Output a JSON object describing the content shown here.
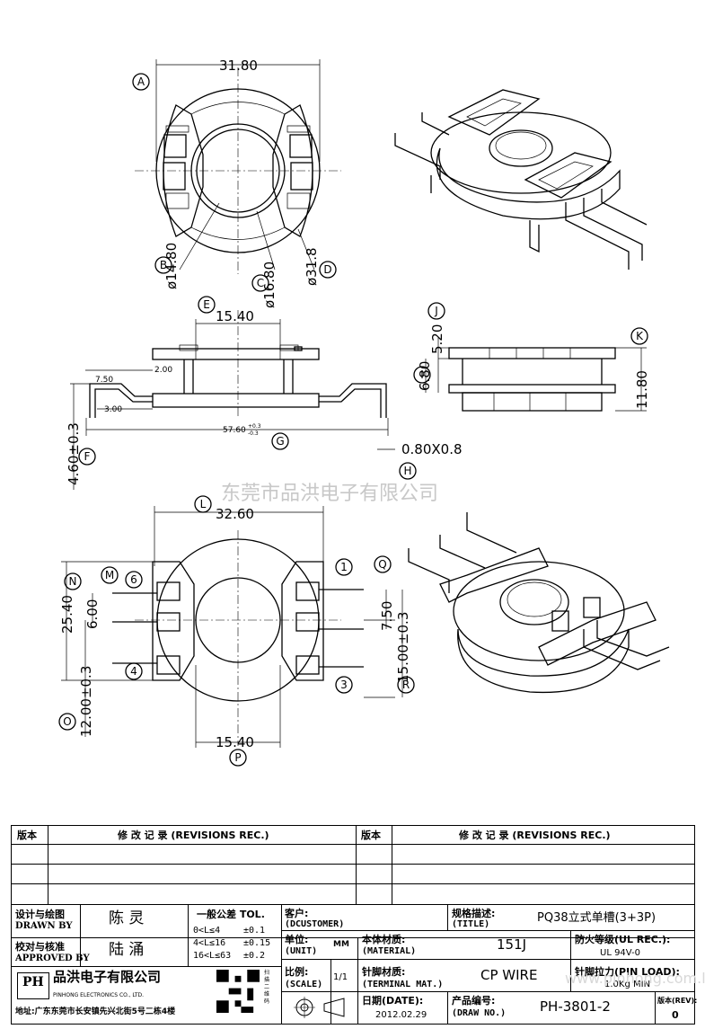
{
  "watermark": "东莞市品洪电子有限公司",
  "dimensions": {
    "top_width": "31.80",
    "b": "ø14.80",
    "c": "ø16.80",
    "d": "ø31.8",
    "e": "15.40",
    "j": "5.20",
    "i": "6.80",
    "k": "11.80",
    "pitch1": "7.50",
    "pitch2": "2.00",
    "pitch3": "3.00",
    "f": "4.60±0.3",
    "g": "57.60",
    "g_tol_upper": "+0.3",
    "g_tol_lower": "-0.3",
    "h": "0.80X0.8",
    "l": "32.60",
    "n": "25.40",
    "m": "6.00",
    "o": "12.00±0.3",
    "q": "7.50",
    "r": "15.00±0.3",
    "p": "15.40"
  },
  "callouts": {
    "a": "A",
    "b": "B",
    "c": "C",
    "d": "D",
    "e": "E",
    "f": "F",
    "g": "G",
    "h": "H",
    "i": "I",
    "j": "J",
    "k": "K",
    "l": "L",
    "m": "M",
    "n": "N",
    "o": "O",
    "p": "P",
    "q": "Q",
    "r": "R",
    "pin1": "1",
    "pin3": "3",
    "pin4": "4",
    "pin6": "6"
  },
  "title_block": {
    "rev_header": "版本",
    "rev_record_header": "修 改 记 录 (REVISIONS REC.)",
    "rev_header_2": "版本",
    "rev_record_header_2": "修 改 记 录 (REVISIONS REC.)",
    "drawn_by_label_cn": "设计与绘图",
    "drawn_by_label_en": "DRAWN BY",
    "drawn_by": "陈 灵",
    "approved_label_cn": "校对与核准",
    "approved_label_en": "APPROVED BY",
    "approved_by": "陆 涌",
    "tolerance_label": "一般公差 TOL.",
    "tol_row1_range": "0<L≤4",
    "tol_row1_val": "±0.1",
    "tol_row2_range": "4<L≤16",
    "tol_row2_val": "±0.15",
    "tol_row3_range": "16<L≤63",
    "tol_row3_val": "±0.2",
    "customer_label_cn": "客户:",
    "customer_label_en": "(DCUSTOMER)",
    "customer": "",
    "title_label_cn": "规格描述:",
    "title_label_en": "(TITLE)",
    "title": "PQ38立式单槽(3+3P)",
    "unit_label_cn": "单位:",
    "unit_label_en": "(UNIT)",
    "unit": "MM",
    "material_label_cn": "本体材质:",
    "material_label_en": "(MATERIAL)",
    "material": "151J",
    "ul_label": "防火等级(UL REC.):",
    "ul": "UL 94V-0",
    "scale_label_cn": "比例:",
    "scale_label_en": "(SCALE)",
    "scale": "1/1",
    "terminal_label_cn": "针脚材质:",
    "terminal_label_en": "(TERMINAL MAT.)",
    "terminal": "CP WIRE",
    "pin_load_label": "针脚拉力(PIN LOAD):",
    "pin_load": "1.0Kg MIN",
    "date_label_cn": "日期(DATE):",
    "date": "2012.02.29",
    "draw_no_label_cn": "产品编号:",
    "draw_no_label_en": "(DRAW NO.)",
    "draw_no": "PH-3801-2",
    "rev_label_cn": "版本(REV):",
    "rev": "0",
    "company_logo": "PH",
    "company_cn": "品洪电子有限公司",
    "company_en": "PINHONG ELECTRONICS CO., LTD.",
    "address": "地址:广东东莞市长安镇先兴北街5号二栋4楼",
    "qr_side_text": "扫描二维码",
    "website_watermark": "www.pinhong.com.ltd"
  }
}
